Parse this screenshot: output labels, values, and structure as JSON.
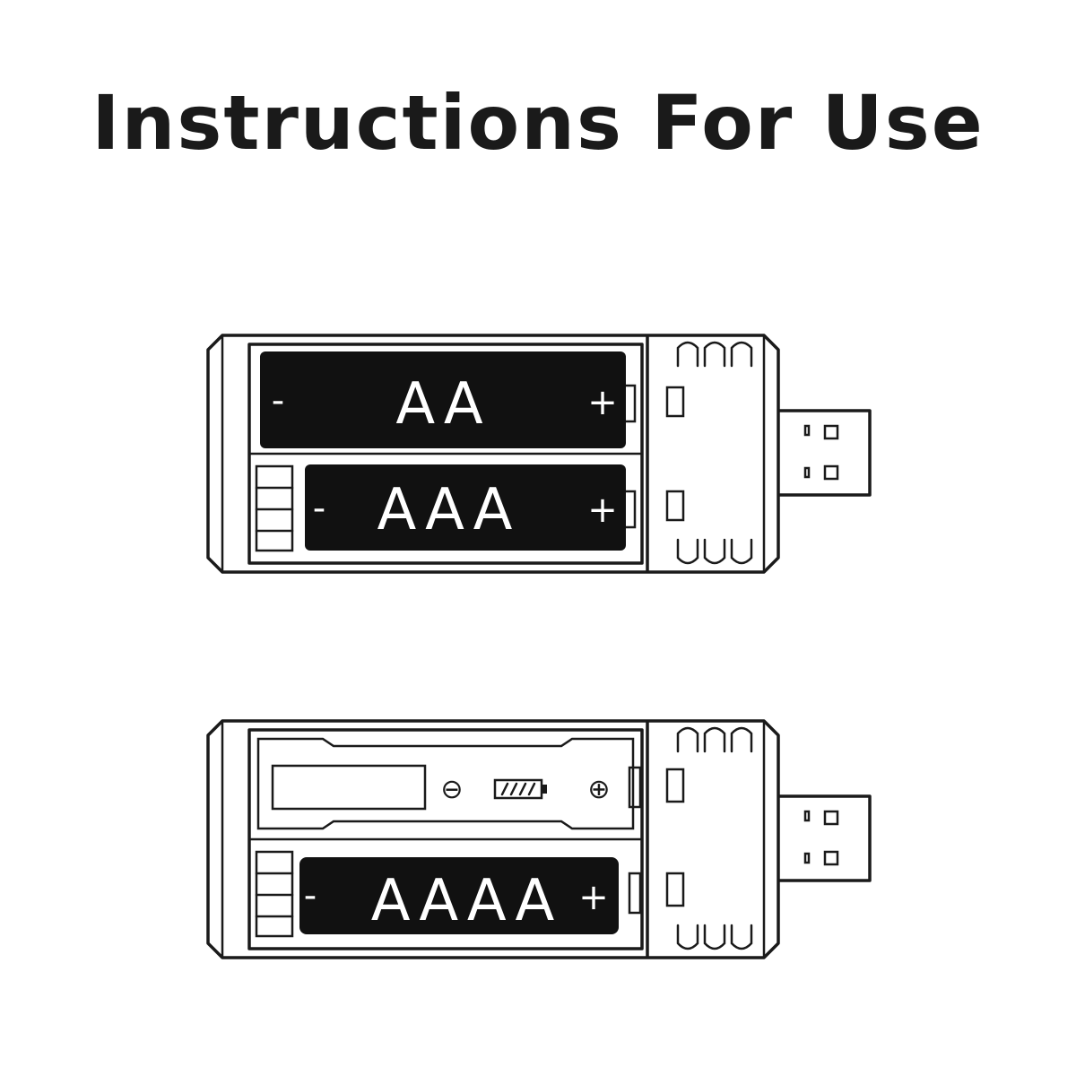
{
  "title": "Instructions For Use",
  "chargers": [
    {
      "slots": [
        {
          "label": "AA",
          "minus": "-",
          "plus": "+"
        },
        {
          "label": "AAA",
          "minus": "-",
          "plus": "+"
        }
      ]
    },
    {
      "slots": [
        {
          "minus_symbol": "⊖",
          "plus_symbol": "⊕"
        },
        {
          "label": "AAAA",
          "minus": "-",
          "plus": "+"
        }
      ]
    }
  ]
}
